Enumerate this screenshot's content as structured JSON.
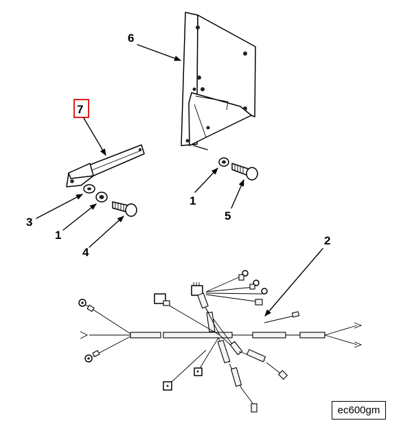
{
  "callouts": {
    "c1": "1",
    "c2": "2",
    "c3": "3",
    "c4": "4",
    "c5": "5",
    "c6": "6",
    "c7": "7"
  },
  "figure_code": "ec600gm",
  "colors": {
    "line": "#000000",
    "background": "#ffffff",
    "highlight": "#e0201b"
  }
}
